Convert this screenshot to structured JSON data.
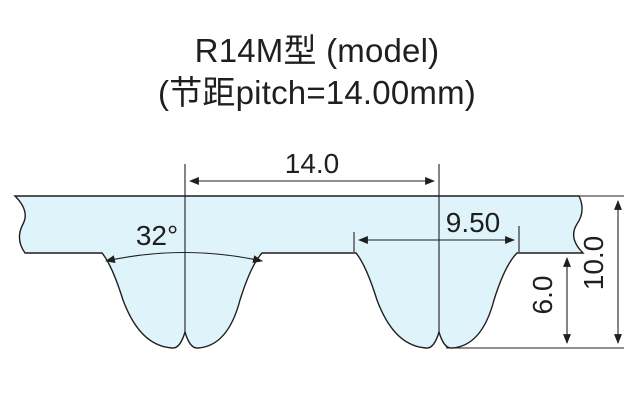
{
  "title": {
    "line1": "R14M型 (model)",
    "line2": "(节距pitch=14.00mm)"
  },
  "dimensions": {
    "pitch": "14.0",
    "tooth_width": "9.50",
    "angle": "32°",
    "tooth_height": "6.0",
    "total_height": "10.0"
  },
  "colors": {
    "belt_fill": "#dff3fa",
    "line": "#1f1f1f"
  }
}
